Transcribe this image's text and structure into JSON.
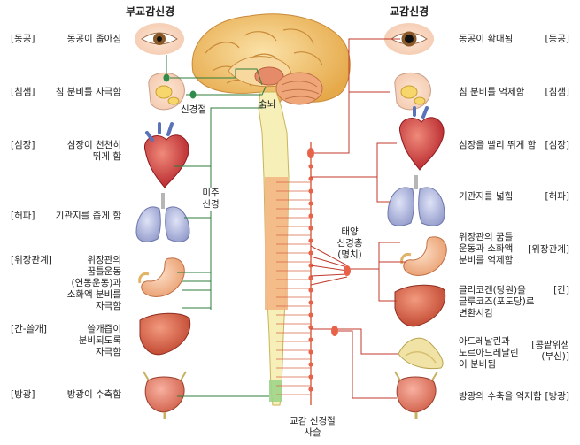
{
  "titles": {
    "parasympathetic": "부교감신경",
    "sympathetic": "교감신경"
  },
  "center_labels": {
    "ganglion": "신경절",
    "medulla": "숨뇌",
    "vagus": "미주\n신경",
    "solar_plexus": "태양\n신경총\n(명치)",
    "sympathetic_chain": "교감 신경절\n사슬"
  },
  "left_rows": [
    {
      "tag": "[동공]",
      "text": "동공이 좁아짐"
    },
    {
      "tag": "[침샘]",
      "text": "침 분비를 자극함"
    },
    {
      "tag": "[심장]",
      "text": "심장이 천천히\n뛰게 함"
    },
    {
      "tag": "[허파]",
      "text": "기관지를 좁게 함"
    },
    {
      "tag": "[위장관계]",
      "text": "위장관의\n꿈틀운동\n(연동운동)과\n소화액 분비를\n자극함"
    },
    {
      "tag": "[간-쓸개]",
      "text": "쓸개즙이\n분비되도록\n자극함"
    },
    {
      "tag": "[방광]",
      "text": "방광이 수축함"
    }
  ],
  "right_rows": [
    {
      "text": "동공이 확대됨",
      "tag": "[동공]"
    },
    {
      "text": "침 분비를 억제함",
      "tag": "[침샘]"
    },
    {
      "text": "심장을 빨리 뛰게 함",
      "tag": "[심장]"
    },
    {
      "text": "기관지를 넓힘",
      "tag": "[허파]"
    },
    {
      "text": "위장관의 꿈틀\n운동과 소화액\n분비를 억제함",
      "tag": "[위장관계]"
    },
    {
      "text": "글리코겐(당원)을\n글루코즈(포도당)로\n변환시킴",
      "tag": "[간]"
    },
    {
      "text": "아드레날린과\n노르아드레날린\n이 분비됨",
      "tag": "[콩팥위샘\n(부신)]"
    },
    {
      "text": "방광의 수축을 억제함",
      "tag": "[방광]"
    }
  ],
  "colors": {
    "line": "#2e7d3a",
    "red_line": "#c0392b",
    "spine": "#f7efb8",
    "spine_orange": "#f3b684",
    "brain": "#f2c36b",
    "ganglion": "#e8624a",
    "green_node": "#2e8b4a"
  },
  "icons": [
    "eye",
    "salivary-gland",
    "heart",
    "lungs",
    "stomach",
    "liver",
    "bladder",
    "adrenal-gland",
    "brain",
    "spinal-cord"
  ]
}
